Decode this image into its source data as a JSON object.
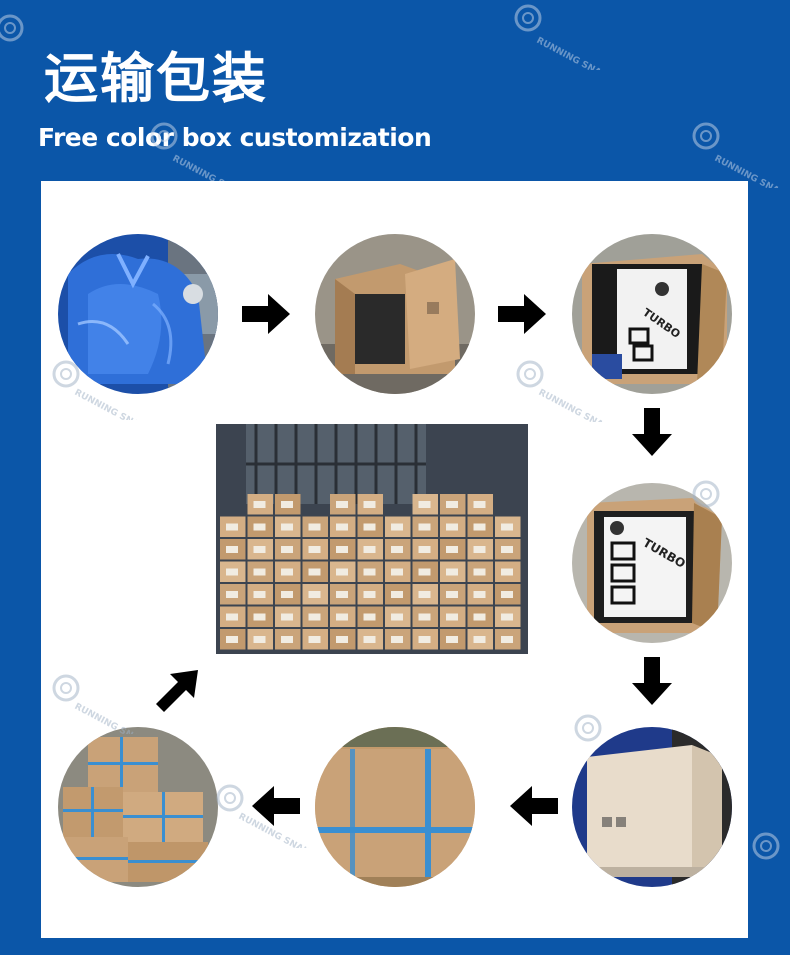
{
  "header": {
    "title_cn": "运输包装",
    "title_en": "Free color box customization"
  },
  "watermark": {
    "text": "RUNNING SNAIL",
    "icon": "snail-turbo-logo"
  },
  "flow": {
    "steps": [
      {
        "id": "step-1",
        "content": "blue-plastic-bag-wrapped-product"
      },
      {
        "id": "step-2",
        "content": "open-cardboard-box"
      },
      {
        "id": "step-3",
        "content": "box-with-turbo-gasket-kit"
      },
      {
        "id": "step-4",
        "content": "box-with-turbo-gasket-kit-closeup"
      },
      {
        "id": "step-5",
        "content": "sealed-cardboard-box"
      },
      {
        "id": "step-6",
        "content": "box-with-blue-strapping"
      },
      {
        "id": "step-7",
        "content": "stacked-strapped-boxes"
      },
      {
        "id": "step-8",
        "content": "warehouse-pallet-of-boxes"
      }
    ],
    "arrow_icon": "arrow-icon"
  },
  "colors": {
    "background": "#0b56a8",
    "panel": "#ffffff",
    "arrow": "#000000",
    "cardboard": "#c9a278",
    "strap": "#3a8fd1"
  }
}
